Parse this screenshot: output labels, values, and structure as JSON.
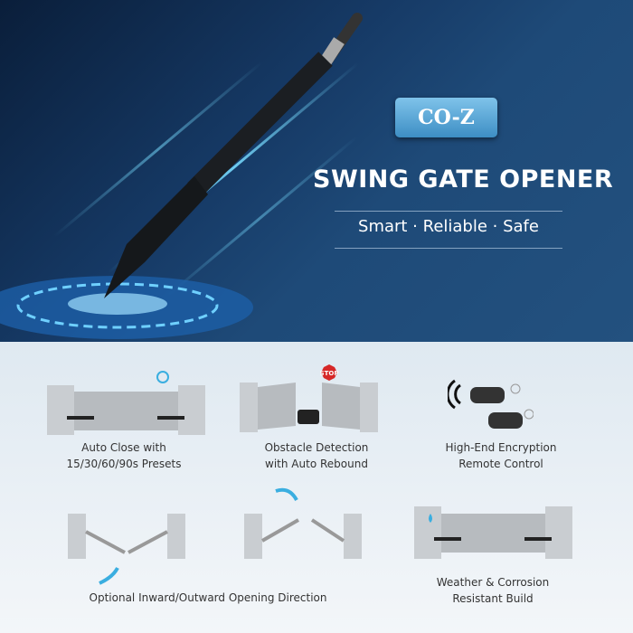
{
  "brand": {
    "logo_text": "CO-Z"
  },
  "hero": {
    "title": "SWING GATE OPENER",
    "tagline": "Smart · Reliable · Safe"
  },
  "features": [
    {
      "line1": "Auto Close with",
      "line2": "15/30/60/90s Presets",
      "icon": "gate-timer-icon"
    },
    {
      "line1": "Obstacle Detection",
      "line2": "with Auto Rebound",
      "icon": "stop-car-icon",
      "badge": "STOP"
    },
    {
      "line1": "High-End Encryption",
      "line2": "Remote Control",
      "icon": "remote-icon"
    },
    {
      "line1": "Optional Inward/Outward Opening Direction",
      "icon": "swing-direction-icon"
    },
    {
      "line1": "Weather & Corrosion",
      "line2": "Resistant Build",
      "icon": "weather-gate-icon"
    }
  ],
  "colors": {
    "hero_bg": "#163a66",
    "accent": "#3d8ec4",
    "stop": "#d62828"
  }
}
